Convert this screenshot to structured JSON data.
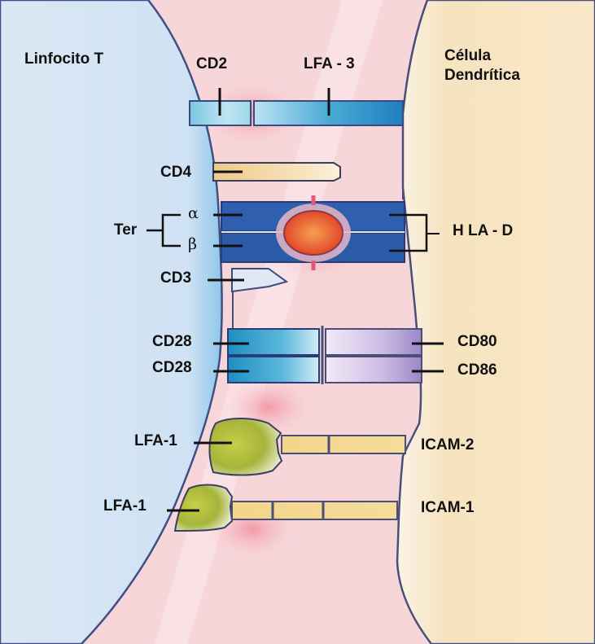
{
  "cells": {
    "left": "Linfocito T",
    "right_line1": "Célula",
    "right_line2": "Dendrítica"
  },
  "molecules": {
    "cd2": "CD2",
    "lfa3": "LFA - 3",
    "cd4": "CD4",
    "ter": "Ter",
    "alpha": "α",
    "beta": "β",
    "hlad": "H LA - D",
    "cd3": "CD3",
    "cd28_a": "CD28",
    "cd28_b": "CD28",
    "cd80": "CD80",
    "cd86": "CD86",
    "lfa1_a": "LFA-1",
    "icam2": "ICAM-2",
    "lfa1_b": "LFA-1",
    "icam1": "ICAM-1"
  },
  "colors": {
    "tcell": "#cfe2f3",
    "dendritic": "#f8e6c4",
    "synapse": "#f7d3d8",
    "membrane": "#4a4f78",
    "cd2": "#8fd0e6",
    "lfa3": "#2f8fc4",
    "tcr": "#2d5fae",
    "peptide": "#e8582a",
    "cd28": "#2a97c4",
    "b7": "#b9a8d8",
    "lfa1": "#a9b83a",
    "icam": "#ecc87a",
    "cd4": "#f2d49a"
  }
}
